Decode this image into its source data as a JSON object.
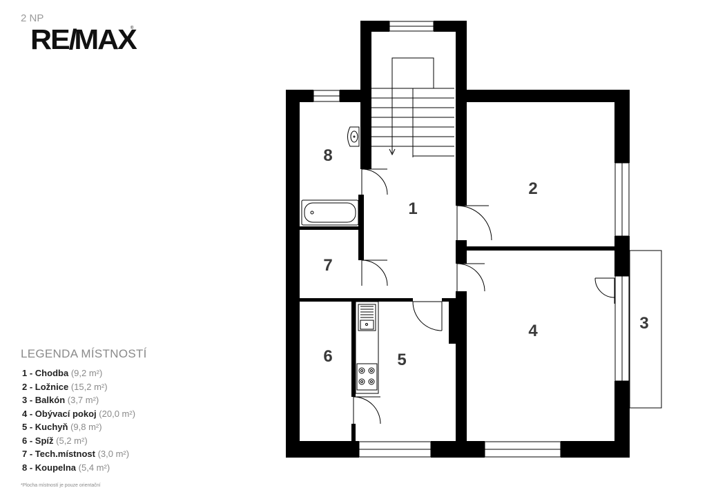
{
  "header": {
    "floor": "2 NP",
    "logo_text": "RE/MAX"
  },
  "rooms": [
    {
      "number": "1"
    },
    {
      "number": "2"
    },
    {
      "number": "3"
    },
    {
      "number": "4"
    },
    {
      "number": "5"
    },
    {
      "number": "6"
    },
    {
      "number": "7"
    },
    {
      "number": "8"
    }
  ],
  "legend": {
    "title": "LEGENDA MÍSTNOSTÍ",
    "items": [
      {
        "num": "1",
        "name": "Chodba",
        "area": "(9,2 m²)"
      },
      {
        "num": "2",
        "name": "Ložnice",
        "area": "(15,2 m²)"
      },
      {
        "num": "3",
        "name": "Balkón",
        "area": "(3,7 m²)"
      },
      {
        "num": "4",
        "name": "Obývací pokoj",
        "area": "(20,0 m²)"
      },
      {
        "num": "5",
        "name": "Kuchyň",
        "area": "(9,8 m²)"
      },
      {
        "num": "6",
        "name": "Spíž",
        "area": "(5,2 m²)"
      },
      {
        "num": "7",
        "name": "Tech.místnost",
        "area": "(3,0 m²)"
      },
      {
        "num": "8",
        "name": "Koupelna",
        "area": "(5,4 m²)"
      }
    ]
  },
  "footnote": "*Plocha místností je pouze orientační",
  "colors": {
    "wall": "#000000",
    "background": "#ffffff",
    "text": "#222222",
    "muted": "#8a8a8a"
  }
}
